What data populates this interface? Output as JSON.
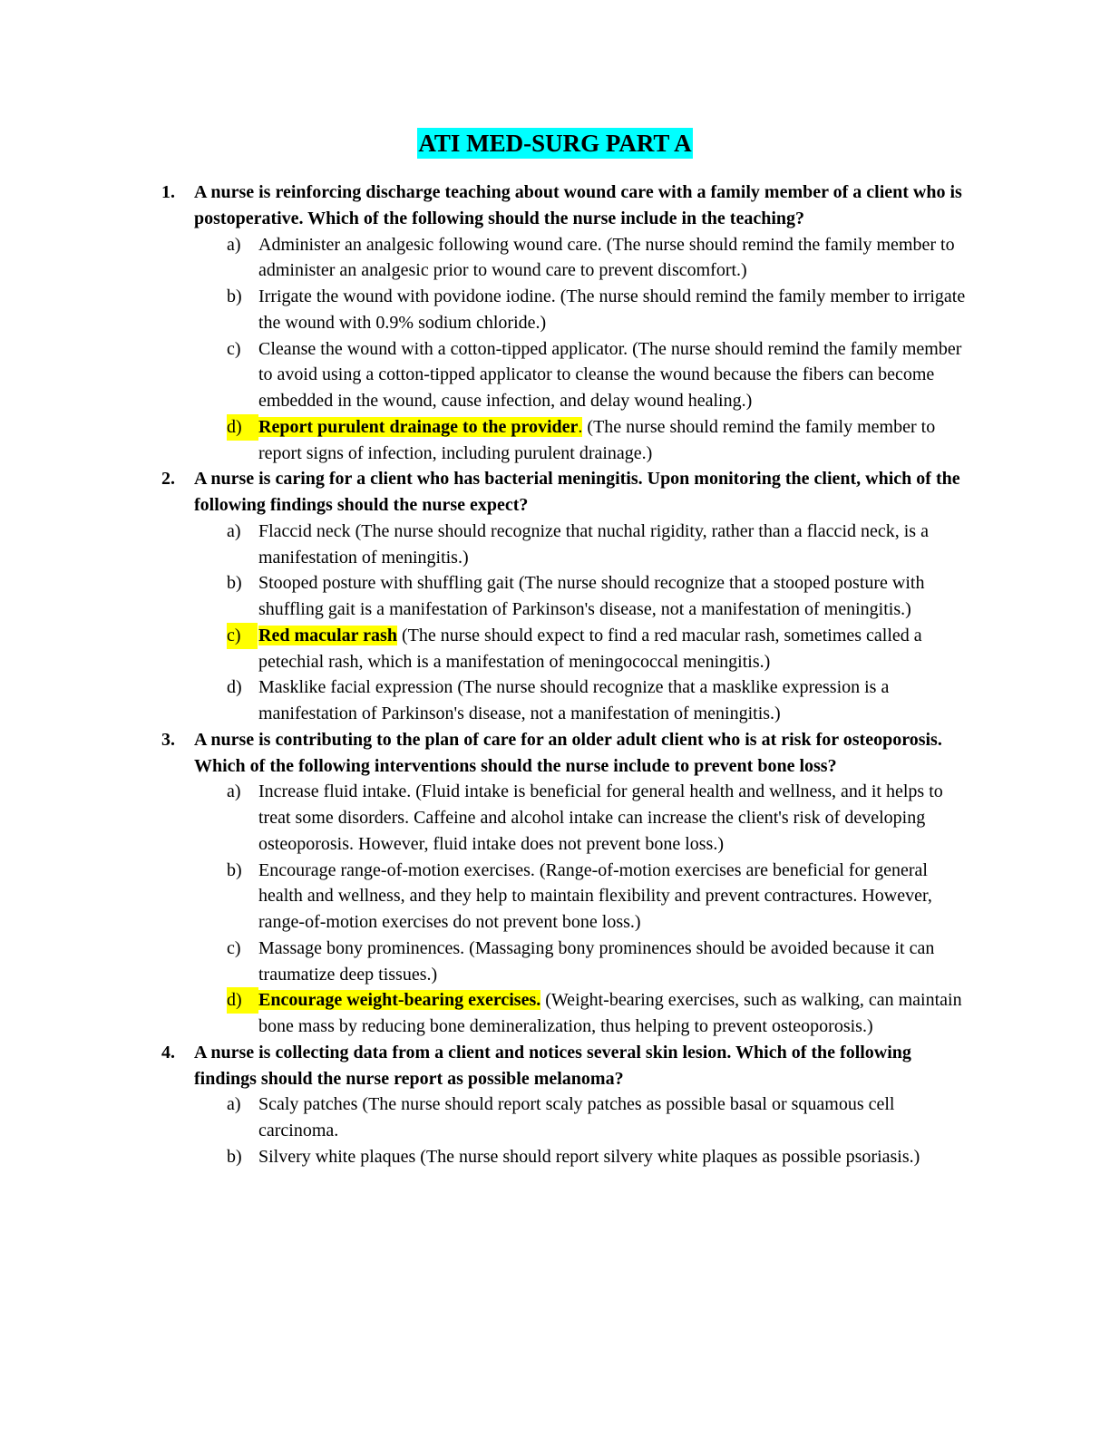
{
  "title": "ATI MED-SURG PART A",
  "colors": {
    "title_highlight": "#00ffff",
    "answer_highlight": "#ffff00"
  },
  "questions": [
    {
      "number": "1.",
      "text": "A nurse is reinforcing discharge teaching about wound care with a family member of a client who is postoperative. Which of the following should the nurse include in the teaching?",
      "options": [
        {
          "letter": "a)",
          "answer": "",
          "text": "Administer an analgesic following wound care. (The nurse should remind the family member to administer an analgesic prior to wound care to prevent discomfort.)"
        },
        {
          "letter": "b)",
          "answer": "",
          "text": "Irrigate the wound with povidone iodine. (The nurse should remind the family member to irrigate the wound with 0.9% sodium chloride.)"
        },
        {
          "letter": "c)",
          "answer": "",
          "text": "Cleanse the wound with a cotton-tipped applicator. (The nurse should remind the family member to avoid using a cotton-tipped applicator to cleanse the wound because the fibers can become embedded in the wound, cause infection, and delay wound healing.)"
        },
        {
          "letter": "d)",
          "answer": "Report purulent drainage to the provider",
          "answer_punct": ".",
          "text": " (The nurse should remind the family member to report signs of infection, including purulent drainage.)"
        }
      ]
    },
    {
      "number": "2.",
      "text": "A nurse is caring for a client who has bacterial meningitis. Upon monitoring the client, which of the following findings should the nurse expect?",
      "options": [
        {
          "letter": "a)",
          "answer": "",
          "text": "Flaccid neck (The nurse should recognize that nuchal rigidity, rather than a flaccid neck, is a manifestation of meningitis.)"
        },
        {
          "letter": "b)",
          "answer": "",
          "text": "Stooped posture with shuffling gait (The nurse should recognize that a stooped posture with shuffling gait is a manifestation of Parkinson's disease, not a manifestation of meningitis.)"
        },
        {
          "letter": "c)",
          "answer": "Red macular rash",
          "answer_punct": "",
          "text": " (The nurse should expect to find a red macular rash, sometimes called a petechial rash, which is a manifestation of meningococcal meningitis.)"
        },
        {
          "letter": "d)",
          "answer": "",
          "text": "Masklike facial expression (The nurse should recognize that a masklike expression is a manifestation of Parkinson's disease, not a manifestation of meningitis.)"
        }
      ]
    },
    {
      "number": "3.",
      "text": "A nurse is contributing to the plan of care for an older adult client who is at risk for osteoporosis. Which of the following interventions should the nurse include to prevent bone loss?",
      "options": [
        {
          "letter": "a)",
          "answer": "",
          "text": "Increase fluid intake. (Fluid intake is beneficial for general health and wellness, and it helps to treat some disorders. Caffeine and alcohol intake can increase the client's risk of developing osteoporosis. However, fluid intake does not prevent bone loss.)"
        },
        {
          "letter": "b)",
          "answer": "",
          "text": "Encourage range-of-motion exercises. (Range-of-motion exercises are beneficial for general health and wellness, and they help to maintain flexibility and prevent contractures. However, range-of-motion exercises do not prevent bone loss.)"
        },
        {
          "letter": "c)",
          "answer": "",
          "text": "Massage bony prominences. (Massaging bony prominences should be avoided because it can traumatize deep tissues.)"
        },
        {
          "letter": "d)",
          "answer": "Encourage weight-bearing exercises.",
          "answer_punct": "",
          "text": " (Weight-bearing exercises, such as walking, can maintain bone mass by reducing bone demineralization, thus helping to prevent osteoporosis.)"
        }
      ]
    },
    {
      "number": "4.",
      "text": "A nurse is collecting data from a client and notices several skin lesion. Which of the following findings should the nurse report as possible melanoma?",
      "options": [
        {
          "letter": "a)",
          "answer": "",
          "text": "Scaly patches (The nurse should report scaly patches as possible basal or squamous cell carcinoma."
        },
        {
          "letter": "b)",
          "answer": "",
          "text": "Silvery white plaques (The nurse should report silvery white plaques as possible psoriasis.)"
        }
      ]
    }
  ]
}
